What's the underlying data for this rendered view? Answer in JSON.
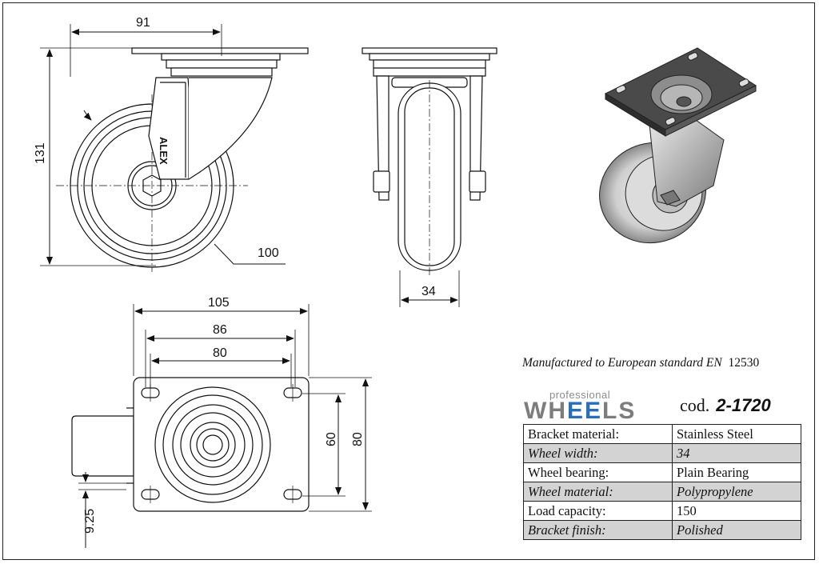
{
  "dimensions": {
    "top_width": "91",
    "height": "131",
    "wheel_diameter": "100",
    "wheel_width": "34",
    "plate_length": "105",
    "hole_spacing_outer": "86",
    "hole_spacing_inner": "80",
    "plate_width_inner": "60",
    "plate_width": "80",
    "offset": "9.25"
  },
  "bracket_marking": "ALEX",
  "standard_label": "Manufactured to European standard EN",
  "standard_number": "12530",
  "logo": {
    "sub": "professional",
    "main_start": "WH",
    "main_accent": "EE",
    "main_end": "LS"
  },
  "code_label": "cod.",
  "code_value": "2-1720",
  "specs": [
    {
      "key": "Bracket material:",
      "value": "Stainless Steel"
    },
    {
      "key": "Wheel width:",
      "value": "34"
    },
    {
      "key": "Wheel bearing:",
      "value": "Plain Bearing"
    },
    {
      "key": "Wheel material:",
      "value": "Polypropylene"
    },
    {
      "key": "Load capacity:",
      "value": "150"
    },
    {
      "key": "Bracket finish:",
      "value": "Polished"
    }
  ],
  "colors": {
    "accent": "#2a6db8",
    "logo_grey": "#7d7d7d",
    "alt_row": "#d3d3d3"
  }
}
